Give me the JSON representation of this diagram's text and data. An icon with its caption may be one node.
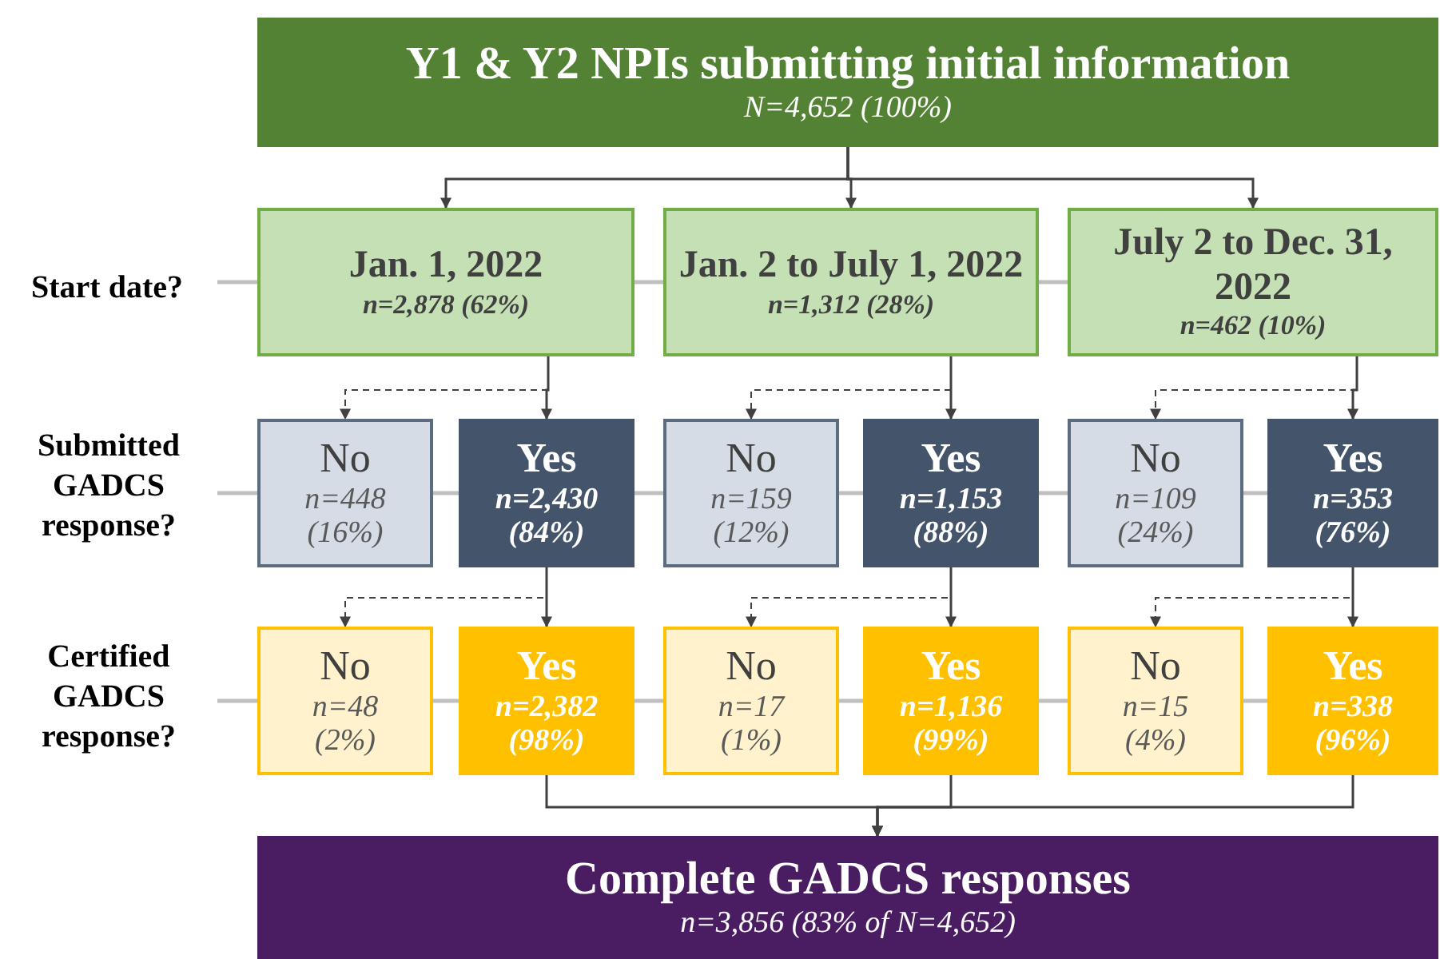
{
  "diagram": {
    "nodes": [
      {
        "text": [
          "Y1 & Y2 NPIs submitting initial information",
          "N=4,652 (100%)"
        ]
      },
      {
        "text": [
          "Start date?"
        ]
      },
      {
        "text": [
          "Jan. 1, 2022",
          "n=2,878 (62%)"
        ]
      },
      {
        "text": [
          "Jan. 2 to July 1, 2022",
          "n=1,312 (28%)"
        ]
      },
      {
        "text": [
          "July 2 to Dec. 31, 2022",
          "n=462 (10%)"
        ]
      },
      {
        "text": [
          "Submitted GADCS response?"
        ]
      },
      {
        "text": [
          "No",
          "n=448 (16%)"
        ]
      },
      {
        "text": [
          "Yes",
          "n=2,430 (84%)"
        ]
      },
      {
        "text": [
          "No",
          "n=159 (12%)"
        ]
      },
      {
        "text": [
          "Yes",
          "n=1,153 (88%)"
        ]
      },
      {
        "text": [
          "No",
          "n=109 (24%)"
        ]
      },
      {
        "text": [
          "Yes",
          "n=353 (76%)"
        ]
      },
      {
        "text": [
          "Certified GADCS response?"
        ]
      },
      {
        "text": [
          "No",
          "n=48 (2%)"
        ]
      },
      {
        "text": [
          "Yes",
          "n=2,382 (98%)"
        ]
      },
      {
        "text": [
          "No",
          "n=17 (1%)"
        ]
      },
      {
        "text": [
          "Yes",
          "n=1,136 (99%)"
        ]
      },
      {
        "text": [
          "No",
          "n=15 (4%)"
        ]
      },
      {
        "text": [
          "Yes",
          "n=338 (96%)"
        ]
      },
      {
        "text": [
          "Complete GADCS responses",
          "n=3,856 (83% of N=4,652)"
        ]
      }
    ],
    "edges": [
      {
        "from": 1,
        "to": 2,
        "arrow": "none",
        "color": "#bfbfbf"
      },
      {
        "from": 2,
        "to": 3,
        "arrow": "none",
        "color": "#bfbfbf"
      },
      {
        "from": 3,
        "to": 4,
        "arrow": "none",
        "color": "#bfbfbf"
      },
      {
        "from": 5,
        "to": 6,
        "arrow": "none",
        "color": "#bfbfbf"
      },
      {
        "from": 6,
        "to": 7,
        "arrow": "none",
        "color": "#bfbfbf"
      },
      {
        "from": 7,
        "to": 8,
        "arrow": "none",
        "color": "#bfbfbf"
      },
      {
        "from": 8,
        "to": 9,
        "arrow": "none",
        "color": "#bfbfbf"
      },
      {
        "from": 9,
        "to": 10,
        "arrow": "none",
        "color": "#bfbfbf"
      },
      {
        "from": 10,
        "to": 11,
        "arrow": "none",
        "color": "#bfbfbf"
      },
      {
        "from": 12,
        "to": 13,
        "arrow": "none",
        "color": "#bfbfbf"
      },
      {
        "from": 13,
        "to": 14,
        "arrow": "none",
        "color": "#bfbfbf"
      },
      {
        "from": 14,
        "to": 15,
        "arrow": "none",
        "color": "#bfbfbf"
      },
      {
        "from": 15,
        "to": 16,
        "arrow": "none",
        "color": "#bfbfbf"
      },
      {
        "from": 16,
        "to": 17,
        "arrow": "none",
        "color": "#bfbfbf"
      },
      {
        "from": 17,
        "to": 18,
        "arrow": "none",
        "color": "#bfbfbf"
      },
      {
        "from": 0,
        "to": 2,
        "arrow": "to"
      },
      {
        "from": 0,
        "to": 3,
        "arrow": "to"
      },
      {
        "from": 0,
        "to": 4,
        "arrow": "to"
      },
      {
        "from": 2,
        "to": 6,
        "arrow": "to",
        "style": "dashed"
      },
      {
        "from": 2,
        "to": 7,
        "arrow": "to"
      },
      {
        "from": 3,
        "to": 8,
        "arrow": "to",
        "style": "dashed"
      },
      {
        "from": 3,
        "to": 9,
        "arrow": "to"
      },
      {
        "from": 4,
        "to": 10,
        "arrow": "to",
        "style": "dashed"
      },
      {
        "from": 4,
        "to": 11,
        "arrow": "to"
      },
      {
        "from": 7,
        "to": 13,
        "arrow": "to",
        "style": "dashed"
      },
      {
        "from": 7,
        "to": 14,
        "arrow": "to"
      },
      {
        "from": 9,
        "to": 15,
        "arrow": "to",
        "style": "dashed"
      },
      {
        "from": 9,
        "to": 16,
        "arrow": "to"
      },
      {
        "from": 11,
        "to": 17,
        "arrow": "to",
        "style": "dashed"
      },
      {
        "from": 11,
        "to": 18,
        "arrow": "to"
      },
      {
        "from": 14,
        "to": 19,
        "arrow": "to"
      },
      {
        "from": 16,
        "to": 19,
        "arrow": "to"
      },
      {
        "from": 18,
        "to": 19,
        "arrow": "to"
      }
    ]
  }
}
